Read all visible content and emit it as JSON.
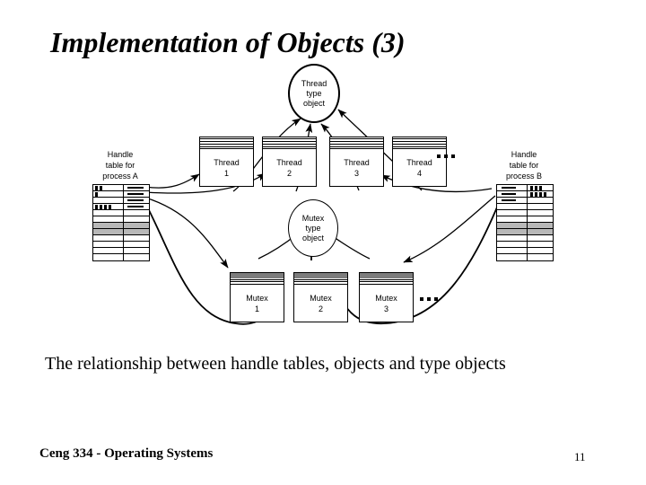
{
  "slide": {
    "title": "Implementation of Objects (3)",
    "caption": "The relationship between handle tables, objects and type objects",
    "page_number": "11",
    "footer": "Ceng 334 - Operating Systems",
    "background_color": "#ffffff",
    "ink_color": "#000000"
  },
  "diagram": {
    "type_objects": [
      {
        "id": "thread-type-object",
        "line1": "Thread",
        "line2": "type",
        "line3": "object"
      },
      {
        "id": "mutex-type-object",
        "line1": "Mutex",
        "line2": "type",
        "line3": "object"
      }
    ],
    "thread_objects": [
      {
        "label": "Thread",
        "number": "1"
      },
      {
        "label": "Thread",
        "number": "2"
      },
      {
        "label": "Thread",
        "number": "3"
      },
      {
        "label": "Thread",
        "number": "4"
      }
    ],
    "mutex_objects": [
      {
        "label": "Mutex",
        "number": "1"
      },
      {
        "label": "Mutex",
        "number": "2"
      },
      {
        "label": "Mutex",
        "number": "3"
      }
    ],
    "ellipsis": "...",
    "handle_tables": [
      {
        "id": "handle-table-a",
        "caption_line1": "Handle",
        "caption_line2": "table for",
        "caption_line3": "process A",
        "rows": 12,
        "shaded_rows": [
          6,
          7
        ]
      },
      {
        "id": "handle-table-b",
        "caption_line1": "Handle",
        "caption_line2": "table for",
        "caption_line3": "process B",
        "rows": 12,
        "shaded_rows": [
          6,
          7
        ]
      }
    ]
  }
}
